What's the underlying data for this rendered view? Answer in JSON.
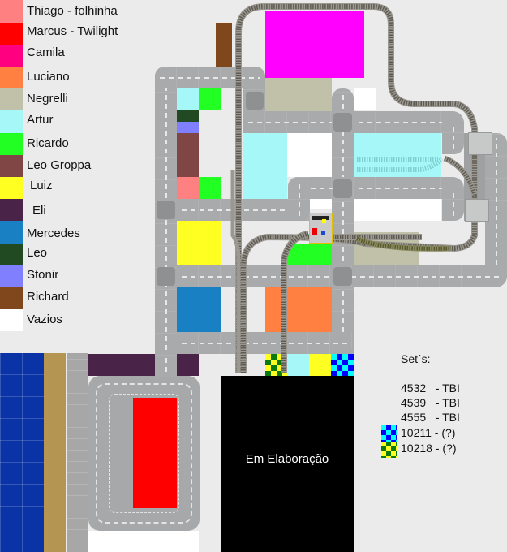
{
  "legend": {
    "items": [
      {
        "label": "Thiago - folhinha",
        "color": "#ff8080"
      },
      {
        "label": "Marcus - Twilight",
        "color": "#ff0000"
      },
      {
        "label": "Camila",
        "color": "#ff0080"
      },
      {
        "label": "Luciano",
        "color": "#ff8040"
      },
      {
        "label": "Negrelli",
        "color": "#c1c1aa"
      },
      {
        "label": "Artur",
        "color": "#a6f7f7"
      },
      {
        "label": "Ricardo",
        "color": "#22ff22"
      },
      {
        "label": "Leo Groppa",
        "color": "#804545"
      },
      {
        "label": "Luiz",
        "color": "#ffff22"
      },
      {
        "label": "Eli",
        "color": "#4a2448"
      },
      {
        "label": "Mercedes",
        "color": "#1a80c4"
      },
      {
        "label": "Leo",
        "color": "#224a22"
      },
      {
        "label": "Stonir",
        "color": "#8080ff"
      },
      {
        "label": "Richard",
        "color": "#80461c"
      },
      {
        "label": "Vazios",
        "color": "#ffffff"
      }
    ]
  },
  "sets": {
    "title": "Set´s:",
    "items": [
      {
        "label": "4532   - TBI",
        "pattern": "none"
      },
      {
        "label": "4539   - TBI",
        "pattern": "none"
      },
      {
        "label": "4555   - TBI",
        "pattern": "none"
      },
      {
        "label": "10211 - (?)",
        "pattern": "blue-cyan-checker"
      },
      {
        "label": "10218 - (?)",
        "pattern": "green-yellow-checker"
      }
    ]
  },
  "placeholder": {
    "label": "Em Elaboração"
  },
  "colors": {
    "background": "#ebebeb",
    "road": "#a8a9aa",
    "water": "#0a33a6",
    "sand": "#b59552"
  }
}
